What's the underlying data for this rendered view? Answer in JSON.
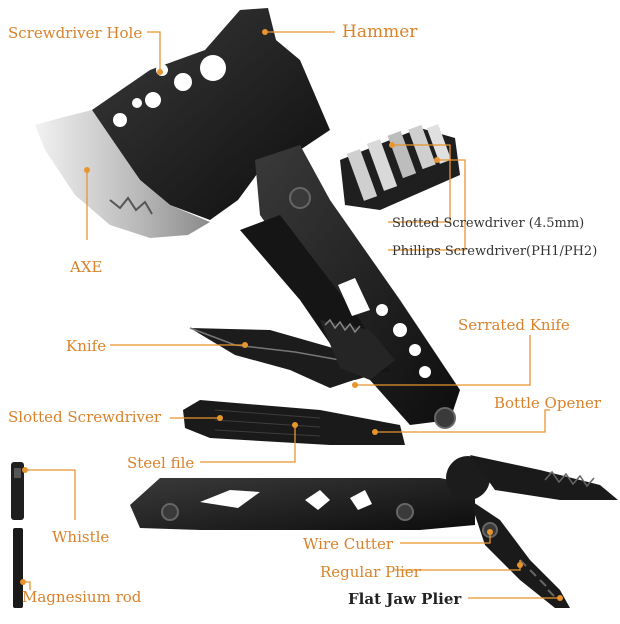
{
  "colors": {
    "accent": "#e8952f",
    "label_text": "#d9822b",
    "metal": "#1a1a1a",
    "blade": "#c9c9c9"
  },
  "labels": {
    "screwdriver_hole": "Screwdriver Hole",
    "hammer": "Hammer",
    "axe": "AXE",
    "slotted_45": "Slotted Screwdriver (4.5mm)",
    "phillips": "Phillips Screwdriver(PH1/PH2)",
    "knife": "Knife",
    "serrated_knife": "Serrated Knife",
    "slotted_screwdriver": "Slotted Screwdriver",
    "bottle_opener": "Bottle Opener",
    "steel_file": "Steel file",
    "whistle": "Whistle",
    "wire_cutter": "Wire Cutter",
    "regular_plier": "Regular Plier",
    "magnesium_rod": "Magnesium rod",
    "flat_jaw_plier": "Flat Jaw Plier"
  }
}
